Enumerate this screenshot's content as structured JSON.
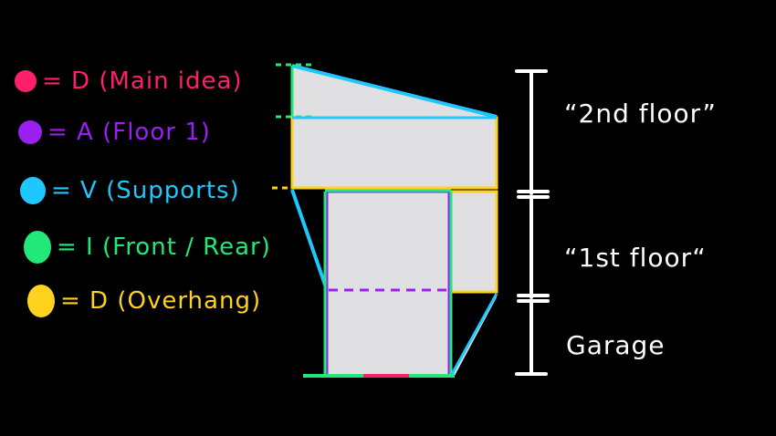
{
  "colors": {
    "background": "#000000",
    "main_idea": "#ff1f6b",
    "floor_1": "#9a1ff0",
    "supports": "#1ec8ff",
    "front_rear": "#22e87a",
    "overhang": "#ffd21e",
    "fill": "#e0e0e2",
    "annotation": "#ffffff"
  },
  "legend": [
    {
      "text": "= D (Main idea)",
      "color": "#ff1f6b"
    },
    {
      "text": "= A (Floor 1)",
      "color": "#9a1ff0"
    },
    {
      "text": "= V (Supports)",
      "color": "#1ec8ff"
    },
    {
      "text": "= I (Front / Rear)",
      "color": "#22e87a"
    },
    {
      "text": "= D (Overhang)",
      "color": "#ffd21e"
    }
  ],
  "labels": {
    "second_floor": "“2nd floor”",
    "first_floor": "“1st floor“",
    "garage": "Garage"
  }
}
